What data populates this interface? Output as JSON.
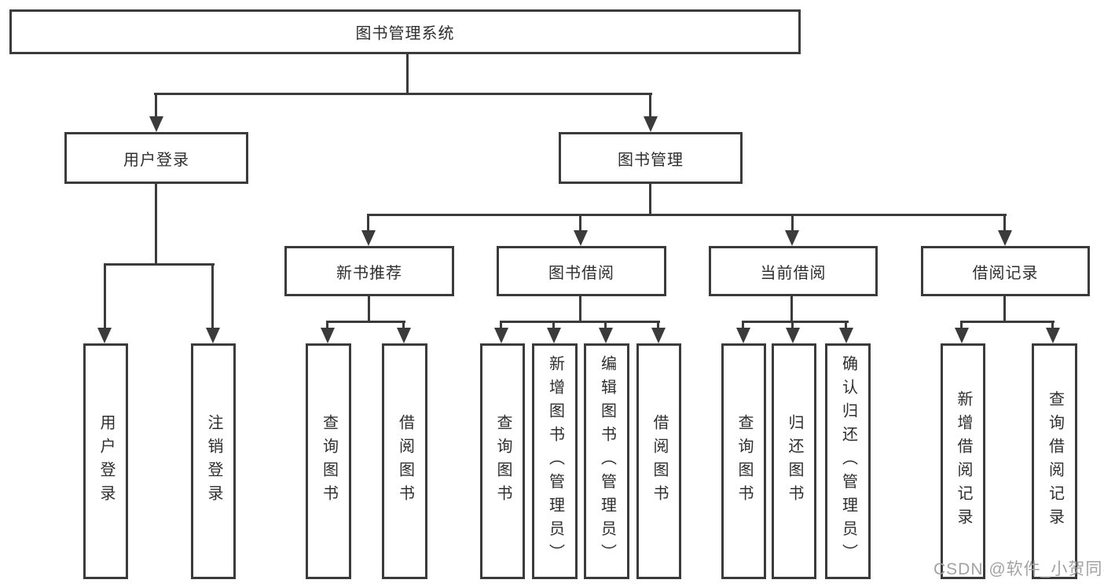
{
  "diagram": {
    "root": {
      "label": "图书管理系统"
    },
    "level1": [
      {
        "label": "用户登录"
      },
      {
        "label": "图书管理"
      }
    ],
    "level2": [
      {
        "label": "新书推荐"
      },
      {
        "label": "图书借阅"
      },
      {
        "label": "当前借阅"
      },
      {
        "label": "借阅记录"
      }
    ],
    "leaves": [
      {
        "label": "用户登录",
        "parent": "用户登录"
      },
      {
        "label": "注销登录",
        "parent": "用户登录"
      },
      {
        "label": "查询图书",
        "parent": "新书推荐"
      },
      {
        "label": "借阅图书",
        "parent": "新书推荐"
      },
      {
        "label": "查询图书",
        "parent": "图书借阅"
      },
      {
        "label": "新增图书（管理员）",
        "parent": "图书借阅"
      },
      {
        "label": "编辑图书（管理员）",
        "parent": "图书借阅"
      },
      {
        "label": "借阅图书",
        "parent": "图书借阅"
      },
      {
        "label": "查询图书",
        "parent": "当前借阅"
      },
      {
        "label": "归还图书",
        "parent": "当前借阅"
      },
      {
        "label": "确认归还（管理员）",
        "parent": "当前借阅"
      },
      {
        "label": "新增借阅记录",
        "parent": "借阅记录"
      },
      {
        "label": "查询借阅记录",
        "parent": "借阅记录"
      }
    ],
    "watermark": "CSDN @软件_小贺同学",
    "colors": {
      "line": "#3b3b3b",
      "text": "#2e2e2e",
      "watermark": "#a2a2a2",
      "background": "#ffffff"
    }
  }
}
